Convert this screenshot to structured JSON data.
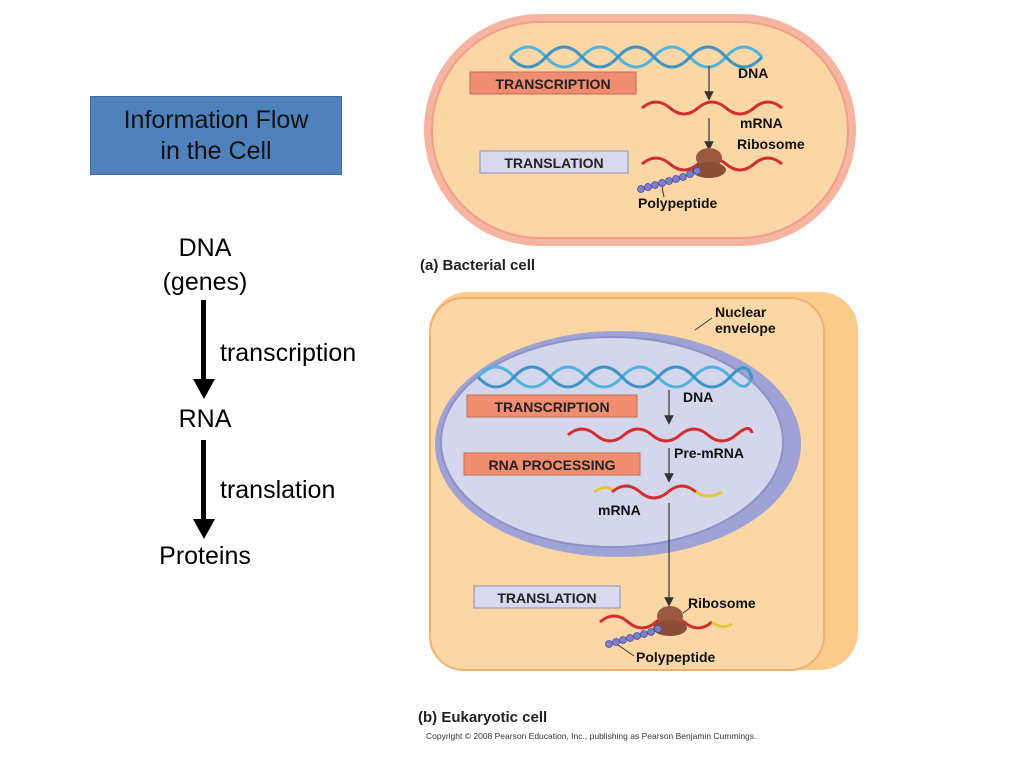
{
  "title": {
    "line1": "Information Flow",
    "line2": "in the Cell"
  },
  "flow": {
    "dna": "DNA",
    "genes": "(genes)",
    "step1": "transcription",
    "rna": "RNA",
    "step2": "translation",
    "proteins": "Proteins"
  },
  "bacterial": {
    "transcription": "TRANSCRIPTION",
    "translation": "TRANSLATION",
    "dna": "DNA",
    "mrna": "mRNA",
    "ribosome": "Ribosome",
    "polypeptide": "Polypeptide",
    "caption": "(a) Bacterial cell"
  },
  "eukaryotic": {
    "nuclear1": "Nuclear",
    "nuclear2": "envelope",
    "transcription": "TRANSCRIPTION",
    "dna": "DNA",
    "processing": "RNA PROCESSING",
    "premrna": "Pre-mRNA",
    "mrna": "mRNA",
    "translation": "TRANSLATION",
    "ribosome": "Ribosome",
    "polypeptide": "Polypeptide",
    "caption": "(b) Eukaryotic cell"
  },
  "copyright": "Copyright © 2008 Pearson Education, Inc., publishing as Pearson Benjamin Cummings.",
  "colors": {
    "title_bg": "#4f81bd",
    "cytoplasm": "#fbd7a6",
    "membrane": "#f6b79c",
    "nucleus": "#d4d6ec",
    "transcription_box": "#f08c70",
    "translation_box": "#d8d8ee",
    "dna_strand": "#4fb3dc",
    "mrna": "#d42d2d",
    "ribosome": "#9b5a3f",
    "polypeptide": "#7d7fce"
  }
}
